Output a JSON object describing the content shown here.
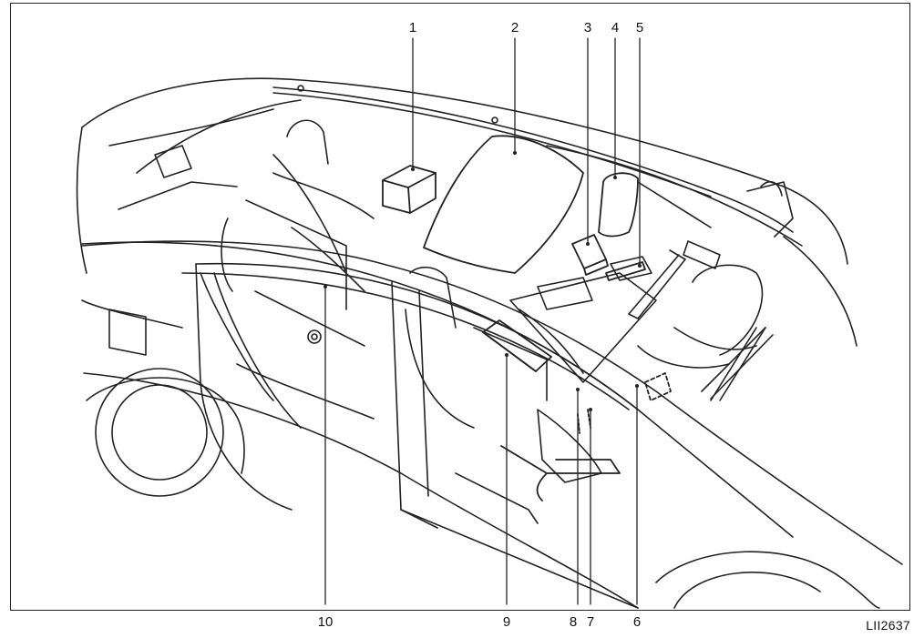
{
  "diagram": {
    "reference_code": "LII2637",
    "callouts": [
      "1",
      "2",
      "3",
      "4",
      "5",
      "6",
      "7",
      "8",
      "9",
      "10"
    ]
  },
  "colors": {
    "line": "#222222",
    "background": "#ffffff"
  }
}
